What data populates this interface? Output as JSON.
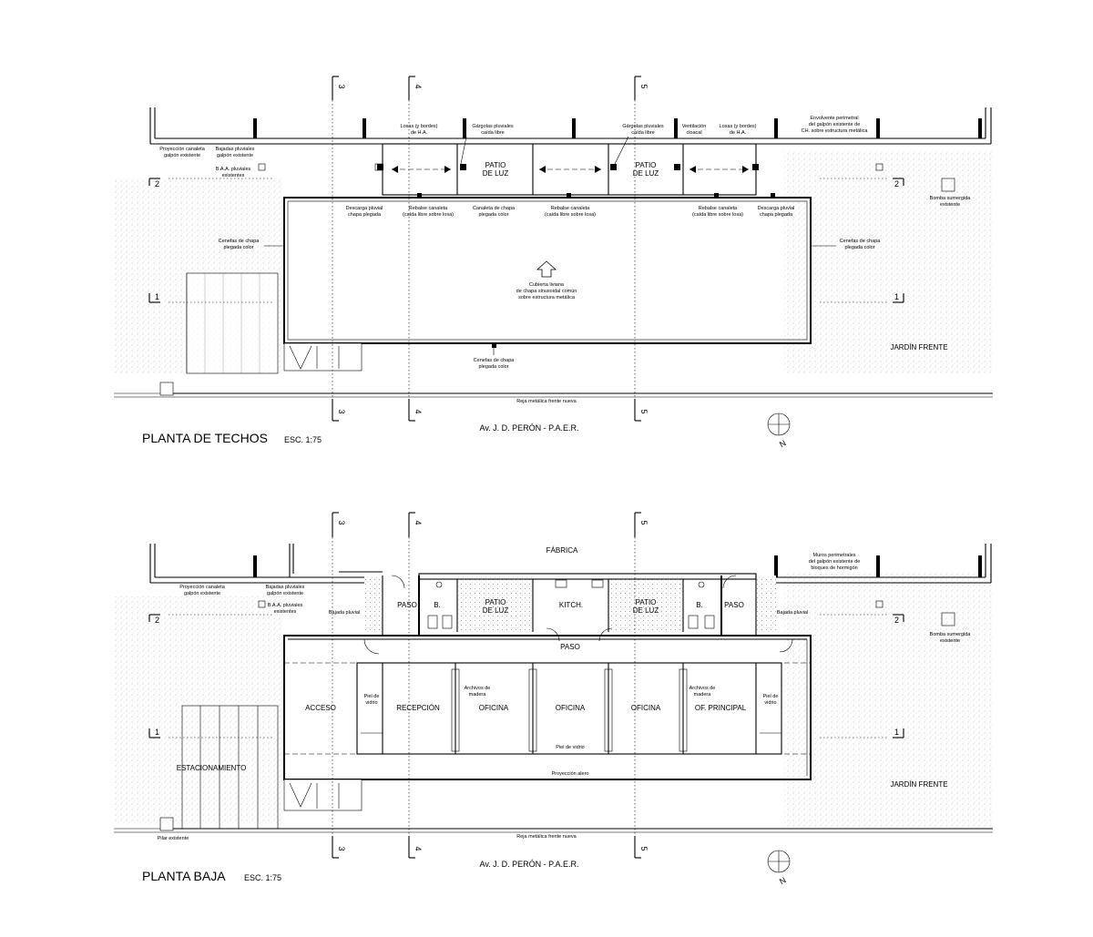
{
  "colors": {
    "ink": "#000000",
    "hatch": "#bfbfbf",
    "paper": "#ffffff"
  },
  "axes": [
    "1",
    "2",
    "3",
    "4",
    "5"
  ],
  "roof_plan": {
    "title": "PLANTA DE TECHOS",
    "scale": "ESC. 1:75",
    "street": "Av. J. D. PERÓN - P.A.E.R.",
    "fence": "Reja metálica frente nueva",
    "garden": "JARDÍN FRENTE",
    "north": "N",
    "patio": [
      "PATIO",
      "DE LUZ"
    ],
    "notes": {
      "proyeccion_canaleta": [
        "Proyección canaleta",
        "galpón existente"
      ],
      "bajadas_pluviales": [
        "Bajadas pluviales",
        "galpón existente"
      ],
      "baa_pluviales": [
        "B.A.A. pluviales",
        "existentes"
      ],
      "losas": [
        "Losas (y bordes)",
        "de H.A."
      ],
      "gargolas": [
        "Gárgolas pluviales",
        "caída libre"
      ],
      "ventilacion": [
        "Ventilación",
        "cloacal"
      ],
      "envolvente": [
        "Envolvente perimetral",
        "del galpón existente de",
        "CH. sobre estructura metálica"
      ],
      "bomba": [
        "Bomba sumergida",
        "existente"
      ],
      "descarga": [
        "Descarga pluvial",
        "chapa plegada"
      ],
      "rebalse": [
        "Rebalse canaleta",
        "(caída libre sobre losa)"
      ],
      "canaleta_chapa": [
        "Canaleta de chapa",
        "plegada color"
      ],
      "cenefas": [
        "Cenefas de chapa",
        "plegada color"
      ],
      "cubierta": [
        "Cubierta liviana",
        "de chapa sinusoidal común",
        "sobre estructura metálica"
      ]
    }
  },
  "ground_plan": {
    "title": "PLANTA BAJA",
    "scale": "ESC. 1:75",
    "street": "Av. J. D. PERÓN - P.A.E.R.",
    "fence": "Reja metálica frente nueva",
    "garden": "JARDÍN FRENTE",
    "north": "N",
    "fabrica": "FÁBRICA",
    "parking": "ESTACIONAMIENTO",
    "pilar": "Pilar existente",
    "proyeccion_alero": "Proyección alero",
    "rooms": {
      "paso": "PASO",
      "bano": "B.",
      "patio": [
        "PATIO",
        "DE LUZ"
      ],
      "kitchen": "KITCH.",
      "acceso": "ACCESO",
      "recepcion": "RECEPCIÓN",
      "oficina": "OFICINA",
      "of_principal": "OF. PRINCIPAL"
    },
    "notes": {
      "proyeccion_canaleta": [
        "Proyección canaleta",
        "galpón existente"
      ],
      "bajadas_pluviales": [
        "Bajadas pluviales",
        "galpón existente"
      ],
      "baa_pluviales": [
        "B.A.A. pluviales",
        "existentes"
      ],
      "bajada_pluvial": "Bajada pluvial",
      "muros": [
        "Muros perimetrales",
        "del galpón existente de",
        "bloques de hormigón"
      ],
      "bomba": [
        "Bomba sumergida",
        "existente"
      ],
      "piel_vidrio": [
        "Piel de",
        "vidrio"
      ],
      "piel_vidrio_inline": "Piel de vidrio",
      "archivos": [
        "Archivos de",
        "madera"
      ]
    }
  }
}
